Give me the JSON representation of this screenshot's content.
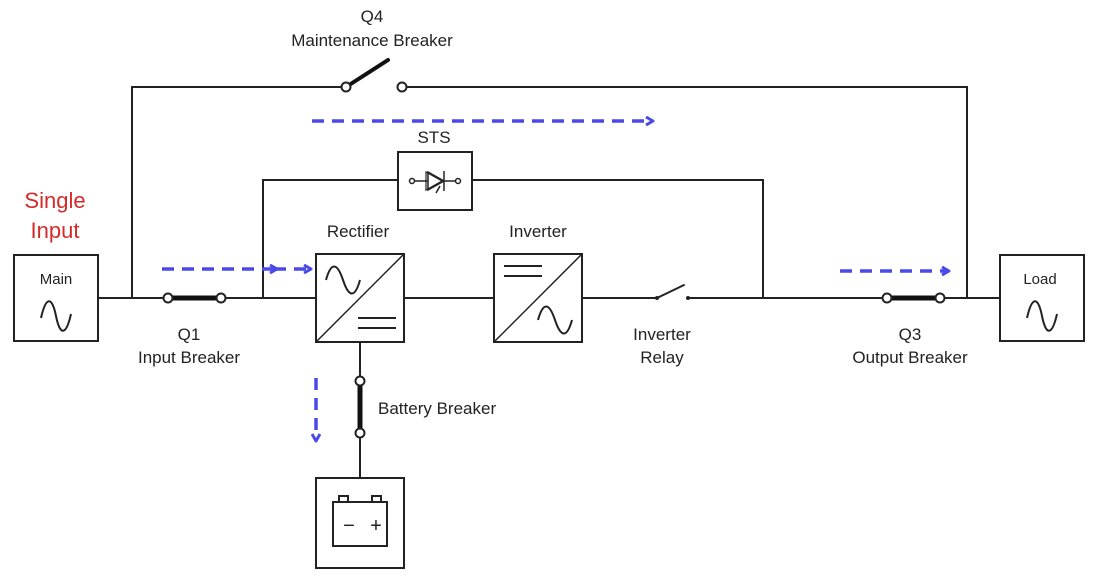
{
  "colors": {
    "flow_arrow": "#4a4ae8",
    "single_input": "#d42a2a",
    "line": "#222222"
  },
  "labels": {
    "single_input_line1": "Single",
    "single_input_line2": "Input",
    "main_source": "Main",
    "load": "Load",
    "q4_id": "Q4",
    "q4_name": "Maintenance Breaker",
    "sts": "STS",
    "rectifier": "Rectifier",
    "inverter": "Inverter",
    "q1_id": "Q1",
    "q1_name": "Input Breaker",
    "inverter_relay_line1": "Inverter",
    "inverter_relay_line2": "Relay",
    "q3_id": "Q3",
    "q3_name": "Output Breaker",
    "battery_breaker": "Battery Breaker",
    "battery_minus": "−",
    "battery_plus": "+"
  },
  "icons": {
    "main_source": "sine-wave-icon",
    "load": "sine-wave-icon",
    "sts": "thyristor-icon",
    "battery": "battery-icon"
  }
}
